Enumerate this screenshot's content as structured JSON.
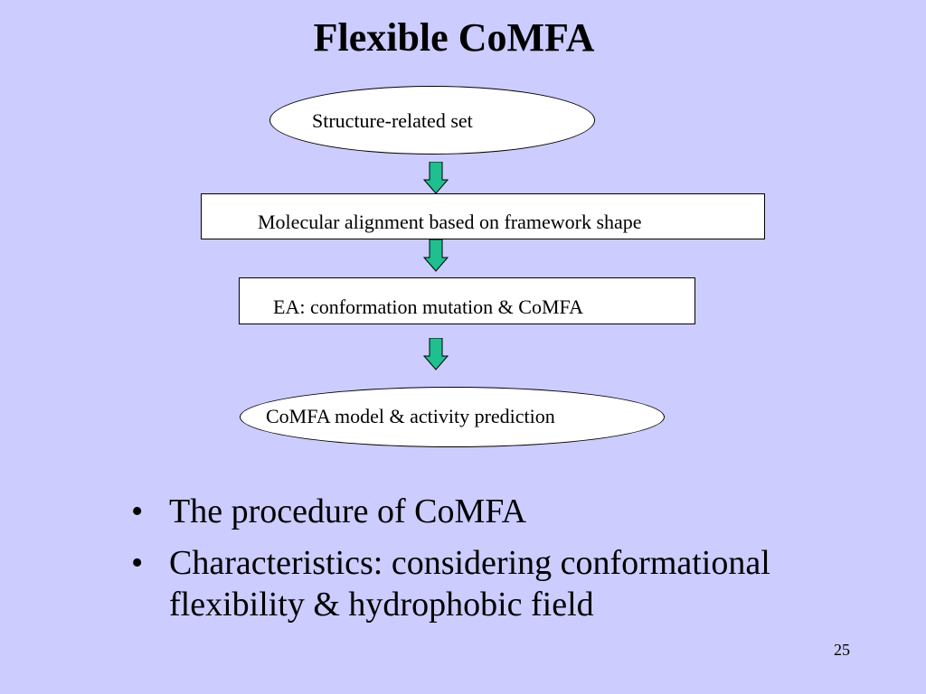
{
  "slide": {
    "title": "Flexible CoMFA",
    "page_number": "25"
  },
  "flowchart": {
    "nodes": [
      {
        "label": "Structure-related set",
        "shape": "ellipse"
      },
      {
        "label": "Molecular alignment based on framework shape",
        "shape": "rectangle"
      },
      {
        "label": "EA: conformation mutation & CoMFA",
        "shape": "rectangle"
      },
      {
        "label": "CoMFA model & activity prediction",
        "shape": "ellipse"
      }
    ],
    "arrow_color": "#1fbf8f",
    "arrow_direction": "down"
  },
  "bullets": [
    {
      "marker": "•",
      "text": "The procedure of CoMFA"
    },
    {
      "marker": "•",
      "text": "Characteristics: considering conformational flexibility & hydrophobic field"
    }
  ],
  "colors": {
    "background": "#ccccff",
    "node_fill": "#ffffff",
    "arrow_fill": "#1fbf8f"
  }
}
